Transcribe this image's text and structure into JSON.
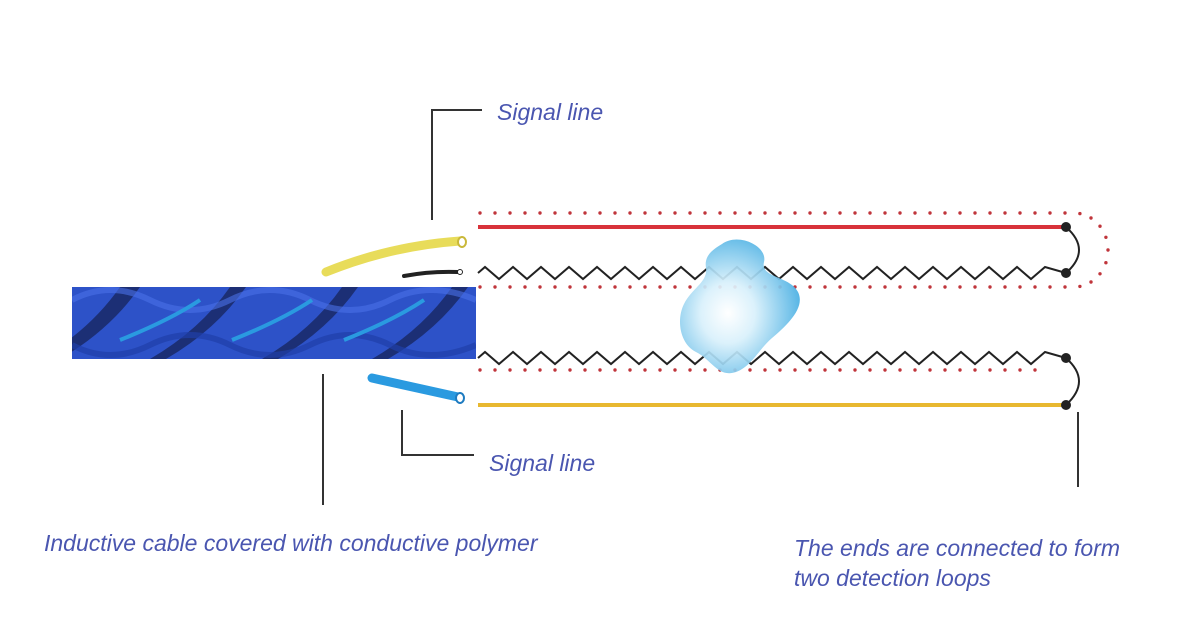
{
  "labels": {
    "signal_line_top": "Signal line",
    "signal_line_bottom": "Signal line",
    "cable_description": "Inductive cable covered with conductive polymer",
    "loops_line1": "The ends are connected to form",
    "loops_line2": "two detection loops"
  },
  "colors": {
    "label_text": "#4A56B0",
    "leader_line": "#333333",
    "cable_main": "#2D52C8",
    "cable_dark": "#1B2B6B",
    "cable_highlight": "#2A9AE0",
    "signal_wire_top": "#E8DC5A",
    "signal_wire_bottom": "#2A9AE0",
    "sense_wire_red": "#D8323A",
    "sense_wire_yellow": "#E8B830",
    "polymer_dots": "#C0353B",
    "resistive_wire": "#222222",
    "water_blob": "#7CC8EC"
  }
}
